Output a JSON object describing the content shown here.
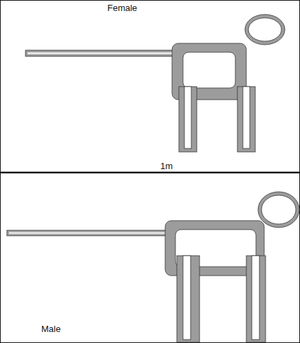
{
  "diagram": {
    "labels": [
      "Female",
      "1m",
      "Male"
    ]
  }
}
